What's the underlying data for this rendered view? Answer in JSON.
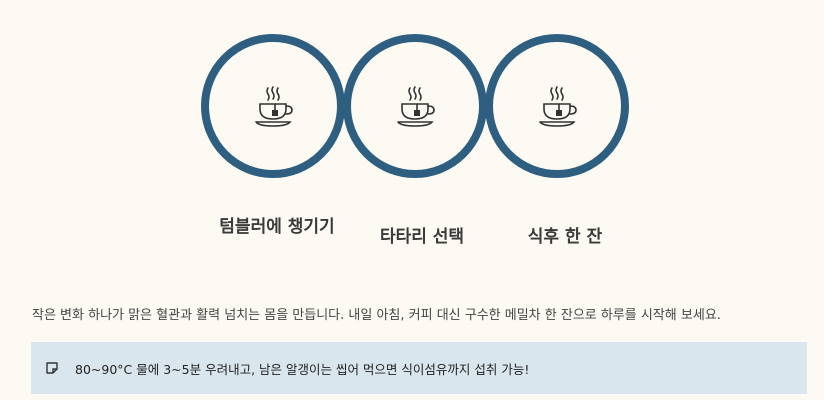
{
  "steps": [
    {
      "icon": "teacup-icon",
      "label": "텀블러에 챙기기"
    },
    {
      "icon": "teacup-icon",
      "label": "타타리 선택"
    },
    {
      "icon": "teacup-icon",
      "label": "식후 한 잔"
    }
  ],
  "description": "작은 변화 하나가 맑은 혈관과 활력 넘치는 몸을 만듭니다. 내일 아침, 커피 대신 구수한 메밀차 한 잔으로 하루를 시작해 보세요.",
  "tip": {
    "icon": "note-icon",
    "text": "80~90°C 물에 3~5분 우려내고, 남은 알갱이는 씹어 먹으면 식이섬유까지 섭취 가능!"
  },
  "colors": {
    "ring": "#2f5f80",
    "background": "#fdfaf3",
    "tip_background": "#d9e6ee"
  }
}
